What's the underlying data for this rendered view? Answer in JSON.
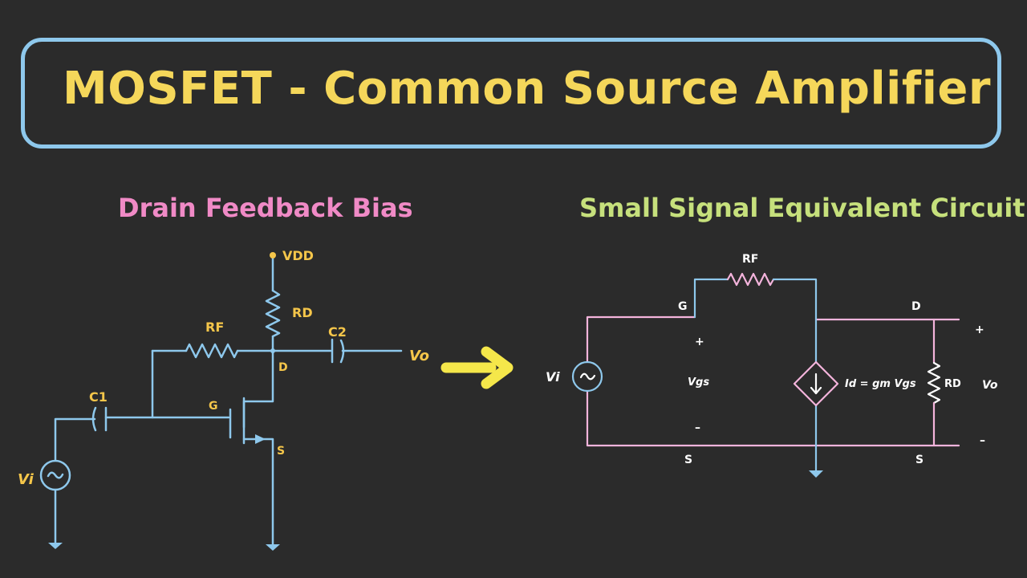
{
  "title": "MOSFET - Common Source Amplifier",
  "left_diagram": {
    "heading": "Drain Feedback Bias",
    "labels": {
      "vdd": "VDD",
      "rd": "RD",
      "rf": "RF",
      "c2": "C2",
      "vo": "Vo",
      "d": "D",
      "c1": "C1",
      "g": "G",
      "s": "S",
      "vi": "Vi"
    }
  },
  "right_diagram": {
    "heading": "Small Signal Equivalent Circuit",
    "labels": {
      "rf": "RF",
      "g": "G",
      "d": "D",
      "plus_left": "+",
      "plus_right": "+",
      "vi": "Vi",
      "vgs": "Vgs",
      "id_eq": "Id = gm Vgs",
      "rd": "RD",
      "vo": "Vo",
      "minus_left": "–",
      "minus_right": "–",
      "s_left": "S",
      "s_right": "S"
    }
  },
  "colors": {
    "background": "#2b2b2b",
    "title": "#f5d75a",
    "title_border": "#8ec8ec",
    "heading_left": "#f08ac6",
    "heading_right": "#c6e07c",
    "wire_blue": "#8ec8ec",
    "wire_pink": "#f4b4dc",
    "label_yellow": "#f5c64a",
    "arrow": "#f5e74a"
  }
}
